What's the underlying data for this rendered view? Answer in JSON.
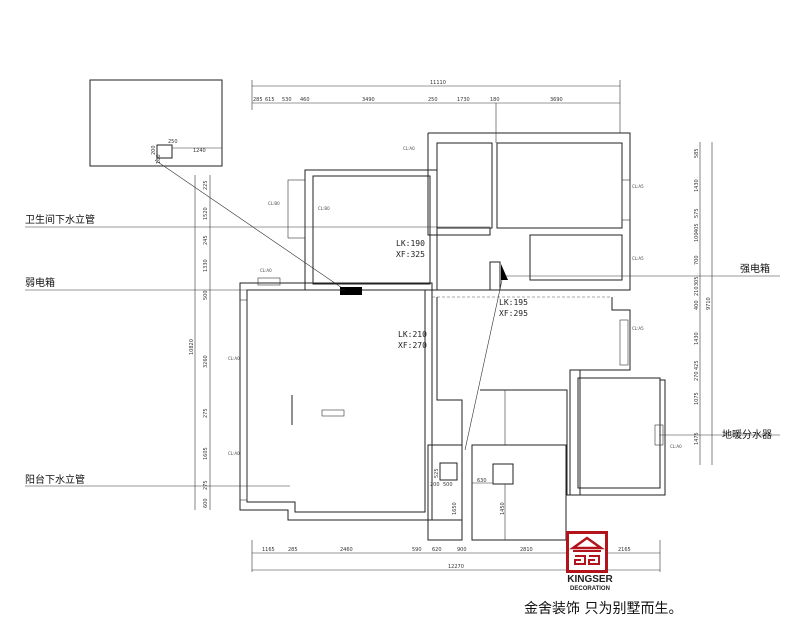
{
  "top_dims": {
    "total": "11110",
    "segments": [
      "285",
      "615",
      "530",
      "460",
      "3490",
      "250",
      "1730",
      "180",
      "3690"
    ]
  },
  "bottom_dims": {
    "total": "12270",
    "segments": [
      "1165",
      "285",
      "2460",
      "590",
      "620",
      "900",
      "2810",
      "2165"
    ]
  },
  "left_dims": {
    "total": "10820",
    "segments": [
      "225",
      "1520",
      "245",
      "1330",
      "500",
      "3260",
      "275",
      "1605",
      "275",
      "600"
    ]
  },
  "right_dims": {
    "total": "9710",
    "segments": [
      "585",
      "1430",
      "575",
      "405",
      "100",
      "700",
      "305",
      "210",
      "400",
      "1430",
      "425",
      "270",
      "1075",
      "1475"
    ]
  },
  "inset": {
    "labels": [
      "250",
      "1240",
      "200",
      "160"
    ]
  },
  "rooms": [
    {
      "lk": "LK:190",
      "xf": "XF:325"
    },
    {
      "lk": "LK:195",
      "xf": "XF:295"
    },
    {
      "lk": "LK:210",
      "xf": "XF:270"
    }
  ],
  "callouts": {
    "bathroom_drain": "卫生间下水立管",
    "weak_box": "弱电箱",
    "strong_box": "强电箱",
    "floor_heating": "地暖分水器",
    "balcony_drain": "阳台下水立管"
  },
  "details": {
    "left": [
      "525",
      "200",
      "500",
      "1650"
    ],
    "right": [
      "630",
      "1450"
    ]
  },
  "window_tags": [
    "CL:A0",
    "CL:A5",
    "CL:B0",
    "CL:B0",
    "CL:A5",
    "CL:A0",
    "CL:A5",
    "CL:A0",
    "CL:A0",
    "CL:A0"
  ],
  "brand": {
    "name": "KINGSER",
    "sub": "DECORATION",
    "slogan": "金舍装饰 只为别墅而生。",
    "color": "#b3141b"
  }
}
